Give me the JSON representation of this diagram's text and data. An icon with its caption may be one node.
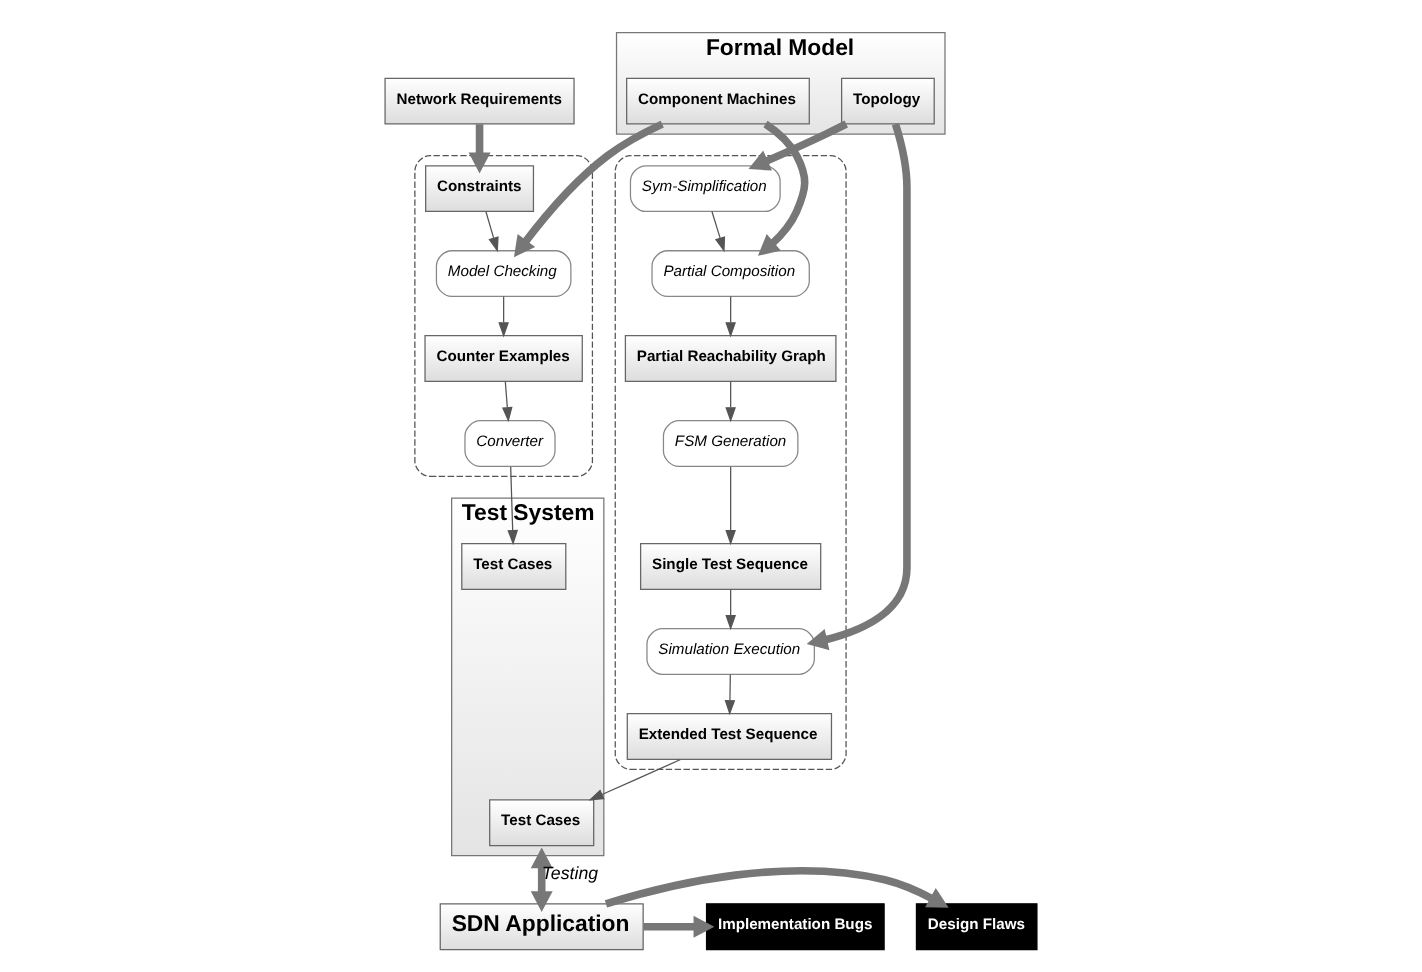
{
  "diagram": {
    "nodes": [
      {
        "text": [
          "Network Requirements"
        ]
      },
      {
        "text": [
          "Formal Model"
        ]
      },
      {
        "text": [
          "Component Machines"
        ],
        "in": 1
      },
      {
        "text": [
          "Topology"
        ],
        "in": 1
      },
      {
        "text": [],
        "shape": "box"
      },
      {
        "text": [
          "Constraints"
        ],
        "in": 4
      },
      {
        "text": [
          "Model Checking"
        ],
        "in": 4
      },
      {
        "text": [
          "Counter Examples"
        ],
        "in": 4
      },
      {
        "text": [
          "Converter"
        ],
        "in": 4
      },
      {
        "text": [],
        "shape": "box"
      },
      {
        "text": [
          "Sym-Simplification"
        ],
        "in": 9
      },
      {
        "text": [
          "Partial Composition"
        ],
        "in": 9
      },
      {
        "text": [
          "Simulation Execution"
        ],
        "in": 9
      },
      {
        "text": [
          "Partial Reachability Graph"
        ],
        "in": 9
      },
      {
        "text": [
          "Single Test Sequence"
        ],
        "in": 9
      },
      {
        "text": [
          "FSM Generation"
        ],
        "in": 9
      },
      {
        "text": [
          "Extended Test Sequence"
        ],
        "in": 9
      },
      {
        "text": [
          "Test System"
        ]
      },
      {
        "text": [
          "Test Cases"
        ],
        "in": 17
      },
      {
        "text": [
          "Test Cases"
        ],
        "in": 17
      },
      {
        "text": [
          "SDN Application"
        ]
      },
      {
        "text": [
          "Design Flaws"
        ]
      },
      {
        "text": [
          "Implementation Bugs"
        ]
      }
    ],
    "edges": [
      {
        "from": 0,
        "to": 5,
        "arrow": "to",
        "style": "thick"
      },
      {
        "from": 2,
        "to": 6,
        "arrow": "to",
        "style": "thick"
      },
      {
        "from": 2,
        "to": 11,
        "arrow": "to",
        "style": "thick"
      },
      {
        "from": 3,
        "to": 10,
        "arrow": "to",
        "style": "thick"
      },
      {
        "from": 3,
        "to": 12,
        "arrow": "to",
        "style": "thick"
      },
      {
        "from": 5,
        "to": 6,
        "arrow": "to"
      },
      {
        "from": 6,
        "to": 7,
        "arrow": "to"
      },
      {
        "from": 7,
        "to": 8,
        "arrow": "to"
      },
      {
        "from": 8,
        "to": 18,
        "arrow": "to"
      },
      {
        "from": 10,
        "to": 11,
        "arrow": "to"
      },
      {
        "from": 11,
        "to": 13,
        "arrow": "to"
      },
      {
        "from": 13,
        "to": 15,
        "arrow": "to"
      },
      {
        "from": 15,
        "to": 14,
        "arrow": "to"
      },
      {
        "from": 14,
        "to": 12,
        "arrow": "to"
      },
      {
        "from": 12,
        "to": 16,
        "arrow": "to"
      },
      {
        "from": 16,
        "to": 19,
        "arrow": "to"
      },
      {
        "from": 17,
        "to": 20,
        "arrow": "both",
        "style": "thick",
        "label": "Testing"
      },
      {
        "from": 20,
        "to": 21,
        "arrow": "to",
        "style": "thick"
      },
      {
        "from": 20,
        "to": 22,
        "arrow": "to",
        "style": "thick"
      }
    ]
  }
}
